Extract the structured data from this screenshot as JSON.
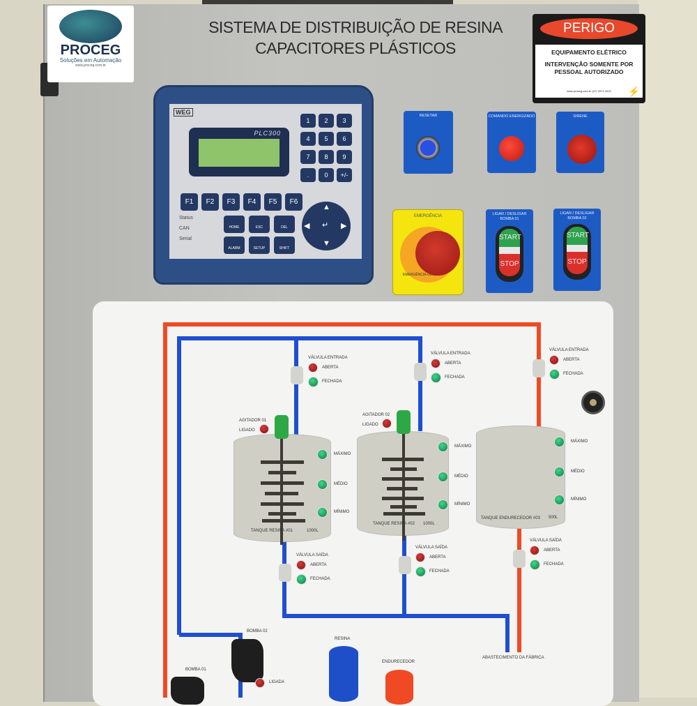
{
  "header": {
    "title_line1": "SISTEMA DE DISTRIBUIÇÃO DE RESINA",
    "title_line2": "CAPACITORES PLÁSTICOS"
  },
  "logo": {
    "name": "PROCEG",
    "tagline": "Soluções em Automação",
    "contact": "www.proceg.com.br"
  },
  "warning": {
    "title": "PERIGO",
    "line1": "EQUIPAMENTO ELÉTRICO",
    "line2": "INTERVENÇÃO SOMENTE POR",
    "line3": "PESSOAL AUTORIZADO",
    "footer": "www.proceg.com.br (47) 3371-2022"
  },
  "plc": {
    "brand": "WEG",
    "model": "PLC300",
    "numeric_keys": [
      "1",
      "2",
      "3",
      "4",
      "5",
      "6",
      "7",
      "8",
      "9",
      ".",
      "0",
      "+/-"
    ],
    "function_keys": [
      "F1",
      "F2",
      "F3",
      "F4",
      "F5",
      "F6"
    ],
    "command_keys": [
      "HOME",
      "ESC",
      "DEL",
      "ALARM",
      "SETUP",
      "SHIFT"
    ],
    "status_leds": [
      "Status",
      "CAN",
      "Serial"
    ]
  },
  "controls": {
    "reset": "RESETAR",
    "energized": "COMANDO ENERGIZADO",
    "siren": "SIRENE",
    "emergency": "EMERGÊNCIA",
    "emergency_ring": "EMERGÊNCIA-DESLIGA",
    "pump1": "LIGAR / DESLIGAR BOMBA 01",
    "pump2": "LIGAR / DESLIGAR BOMBA 02",
    "start": "START",
    "stop": "STOP"
  },
  "mimic": {
    "valve_in": "VÁLVULA ENTRADA",
    "valve_out": "VÁLVULA SAÍDA",
    "open": "ABERTA",
    "closed": "FECHADA",
    "max": "MÁXIMO",
    "mid": "MÉDIO",
    "min": "MÍNIMO",
    "on": "LIGADO",
    "pump_on": "LIGADA",
    "agitator1": "AGITADOR 01",
    "agitator2": "AGITADOR 02",
    "tank1": "TANQUE RESINA #01",
    "tank1_cap": "1000L",
    "tank2": "TANQUE RESINA #02",
    "tank2_cap": "1000L",
    "tank3": "TANQUE ENDURECEDOR #03",
    "tank3_cap": "500L",
    "pump1": "BOMBA 01",
    "pump2": "BOMBA 02",
    "resin": "RESINA",
    "hardener": "ENDURECEDOR",
    "supply": "ABASTECIMENTO DA FÁBRICA"
  },
  "colors": {
    "resin_pipe": "#1f4fd0",
    "hardener_pipe": "#ef4a24",
    "panel_blue": "#1d5bc4"
  }
}
